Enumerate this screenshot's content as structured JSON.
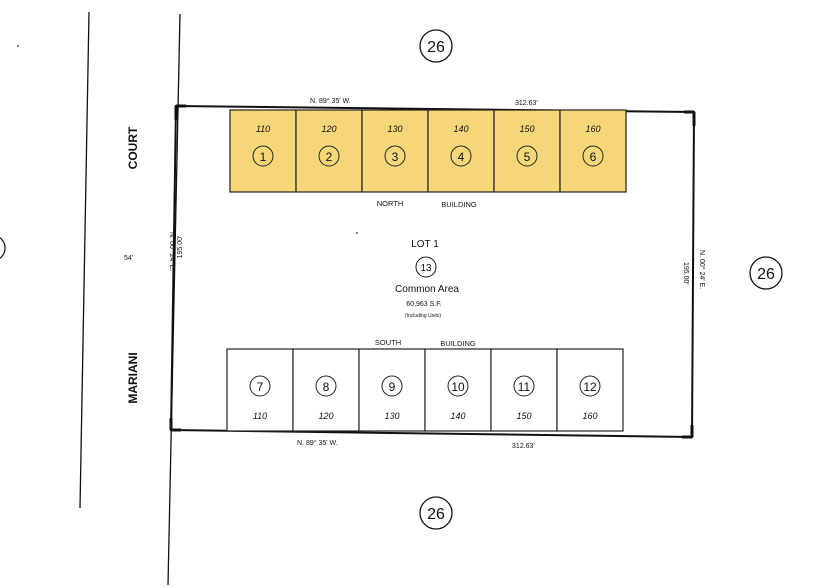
{
  "parcels": {
    "north_building": {
      "label_left": "NORTH",
      "label_right": "BUILDING",
      "fill": "#f5d77a",
      "units": [
        {
          "id": "1",
          "number": "110"
        },
        {
          "id": "2",
          "number": "120"
        },
        {
          "id": "3",
          "number": "130"
        },
        {
          "id": "4",
          "number": "140"
        },
        {
          "id": "5",
          "number": "150"
        },
        {
          "id": "6",
          "number": "160"
        }
      ]
    },
    "south_building": {
      "label_left": "SOUTH",
      "label_right": "BUILDING",
      "units": [
        {
          "id": "7",
          "number": "110"
        },
        {
          "id": "8",
          "number": "120"
        },
        {
          "id": "9",
          "number": "130"
        },
        {
          "id": "10",
          "number": "140"
        },
        {
          "id": "11",
          "number": "150"
        },
        {
          "id": "12",
          "number": "160"
        }
      ]
    },
    "lot": {
      "title": "LOT 1",
      "id": "13",
      "name": "Common Area",
      "area": "60,963 S.F.",
      "note": "(Including Units)"
    }
  },
  "bearings": {
    "north_line": "N. 89° 35' W.",
    "north_length": "312.63'",
    "south_line": "N. 89° 35' W.",
    "south_length": "312.63'",
    "west_line": "N. 00° 24' E.",
    "west_length": "195.00'",
    "east_line": "N. 00° 24' E.",
    "east_length": "195.00'"
  },
  "street": {
    "name_upper": "COURT",
    "name_lower": "MARIANI",
    "width": "54'"
  },
  "map_refs": {
    "top": "26",
    "right": "26",
    "bottom": "26"
  }
}
